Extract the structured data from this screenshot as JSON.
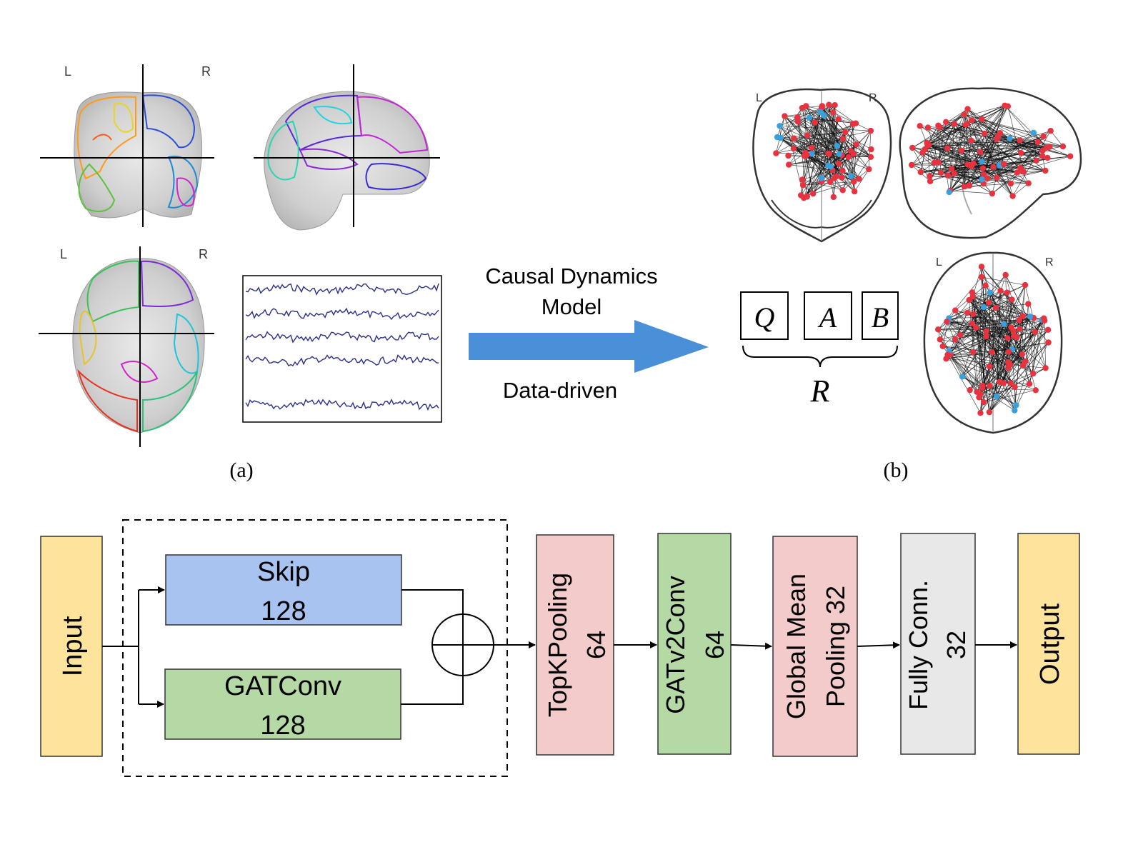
{
  "panel_a": {
    "caption": "(a)",
    "views": [
      {
        "left": "L",
        "right": "R"
      },
      {
        "left": "",
        "right": ""
      },
      {
        "left": "L",
        "right": "R"
      }
    ]
  },
  "arrow": {
    "top_label_line1": "Causal Dynamics",
    "top_label_line2": "Model",
    "bottom_label": "Data-driven",
    "color": "#4a90d9"
  },
  "panel_b": {
    "caption": "(b)",
    "brain_labels": [
      {
        "left": "L",
        "right": "R"
      },
      {
        "left": "",
        "right": ""
      },
      {
        "left": "L",
        "right": "R"
      }
    ],
    "matrices": [
      "Q",
      "A",
      "B"
    ],
    "group_label": "R",
    "node_color_main": "#e8323f",
    "node_color_alt": "#3aa0dc"
  },
  "architecture": {
    "input": {
      "label": "Input",
      "color": "#fde39b"
    },
    "skip": {
      "line1": "Skip",
      "line2": "128",
      "color": "#a8c3f0"
    },
    "gatconv": {
      "line1": "GATConv",
      "line2": "128",
      "color": "#b5d9a5"
    },
    "blocks": [
      {
        "line1": "TopKPooling",
        "line2": "64",
        "color": "#f4cbcb"
      },
      {
        "line1": "GATv2Conv",
        "line2": "64",
        "color": "#b5d9a5"
      },
      {
        "line1": "Global Mean",
        "line2": "Pooling 32",
        "color": "#f4cbcb"
      },
      {
        "line1": "Fully Conn.",
        "line2": "32",
        "color": "#e8e8e8"
      },
      {
        "line1": "Output",
        "line2": "",
        "color": "#fde39b"
      }
    ]
  }
}
